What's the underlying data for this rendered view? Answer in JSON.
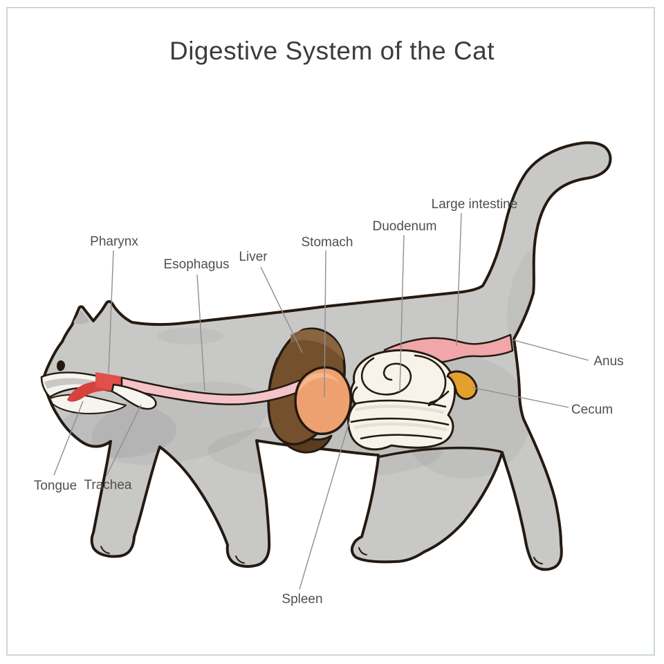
{
  "title": "Digestive System of the Cat",
  "labels": {
    "pharynx": "Pharynx",
    "esophagus": "Esophagus",
    "liver": "Liver",
    "stomach": "Stomach",
    "duodenum": "Duodenum",
    "large_intestine": "Large intestine",
    "anus": "Anus",
    "cecum": "Cecum",
    "tongue": "Tongue",
    "trachea": "Trachea",
    "spleen": "Spleen"
  },
  "colors": {
    "frame": "#ccd9d3",
    "title_text": "#3c3c3c",
    "label_text": "#4f4f4f",
    "leader_line": "#8e8e8e",
    "body_gray": "#c8c8c7",
    "outline_dark": "#241a11",
    "muzzle_white": "#f6f4ef",
    "ear_inner": "#b7b6b4",
    "pharynx_red": "#e0514c",
    "tongue_red": "#d6423c",
    "esophagus_pink": "#f4c3c7",
    "trachea_white": "#f7f5f0",
    "liver_brown": "#75502d",
    "liver_light": "#8b6742",
    "liver_dark": "#5c3c1e",
    "stomach_orange": "#efa071",
    "stomach_light": "#f6bb90",
    "spleen_tan": "#a8846f",
    "intestine_cream": "#f7f3ea",
    "intestine_shade": "#e2dac9",
    "large_intestine_pink": "#f1a6aa",
    "cecum_yellow": "#e3a02c"
  }
}
